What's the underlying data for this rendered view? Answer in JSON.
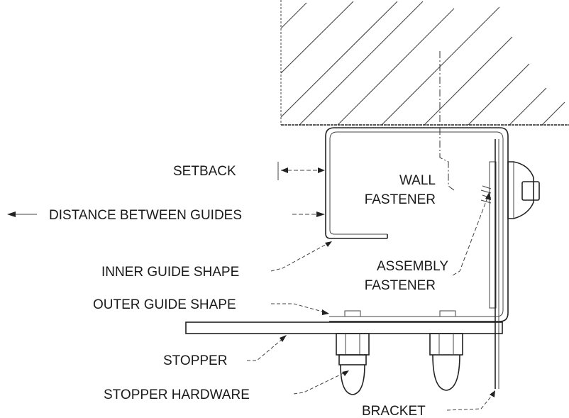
{
  "labels": {
    "setback": "SETBACK",
    "distance_between_guides": "DISTANCE BETWEEN GUIDES",
    "wall_fastener_line1": "WALL",
    "wall_fastener_line2": "FASTENER",
    "inner_guide_shape": "INNER GUIDE SHAPE",
    "assembly_fastener_line1": "ASSEMBLY",
    "assembly_fastener_line2": "FASTENER",
    "outer_guide_shape": "OUTER GUIDE SHAPE",
    "stopper": "STOPPER",
    "stopper_hardware": "STOPPER HARDWARE",
    "bracket": "BRACKET"
  }
}
